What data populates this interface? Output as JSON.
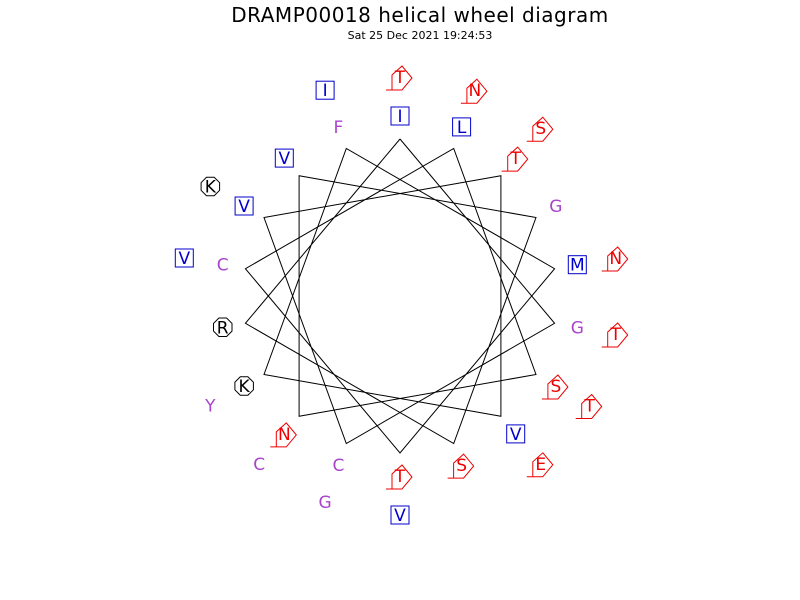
{
  "title": "DRAMP00018 helical wheel diagram",
  "subtitle": "Sat 25 Dec 2021 19:24:53",
  "colors": {
    "hydrophobic": "#0000cc",
    "polar": "#ee0000",
    "positive": "#000000",
    "special": "#aa44cc",
    "wheel_line": "#000000"
  },
  "residues": [
    {
      "letter": "I",
      "class": "hydrophobic",
      "shape": "square"
    },
    {
      "letter": "G",
      "class": "special",
      "shape": "none"
    },
    {
      "letter": "C",
      "class": "special",
      "shape": "none"
    },
    {
      "letter": "V",
      "class": "hydrophobic",
      "shape": "square"
    },
    {
      "letter": "T",
      "class": "polar",
      "shape": "pentagon"
    },
    {
      "letter": "V",
      "class": "hydrophobic",
      "shape": "square"
    },
    {
      "letter": "K",
      "class": "positive",
      "shape": "octagon"
    },
    {
      "letter": "F",
      "class": "special",
      "shape": "none"
    },
    {
      "letter": "M",
      "class": "hydrophobic",
      "shape": "square"
    },
    {
      "letter": "T",
      "class": "polar",
      "shape": "pentagon"
    },
    {
      "letter": "C",
      "class": "special",
      "shape": "none"
    },
    {
      "letter": "L",
      "class": "hydrophobic",
      "shape": "square"
    },
    {
      "letter": "S",
      "class": "polar",
      "shape": "pentagon"
    },
    {
      "letter": "N",
      "class": "polar",
      "shape": "pentagon"
    },
    {
      "letter": "V",
      "class": "hydrophobic",
      "shape": "square"
    },
    {
      "letter": "G",
      "class": "special",
      "shape": "none"
    },
    {
      "letter": "S",
      "class": "polar",
      "shape": "pentagon"
    },
    {
      "letter": "R",
      "class": "positive",
      "shape": "octagon"
    },
    {
      "letter": "T",
      "class": "polar",
      "shape": "pentagon"
    },
    {
      "letter": "T",
      "class": "polar",
      "shape": "pentagon"
    },
    {
      "letter": "G",
      "class": "special",
      "shape": "none"
    },
    {
      "letter": "K",
      "class": "positive",
      "shape": "octagon"
    },
    {
      "letter": "S",
      "class": "polar",
      "shape": "pentagon"
    },
    {
      "letter": "E",
      "class": "polar",
      "shape": "pentagon"
    },
    {
      "letter": "Y",
      "class": "special",
      "shape": "none"
    },
    {
      "letter": "I",
      "class": "hydrophobic",
      "shape": "square"
    },
    {
      "letter": "N",
      "class": "polar",
      "shape": "pentagon"
    },
    {
      "letter": "V",
      "class": "hydrophobic",
      "shape": "square"
    },
    {
      "letter": "V",
      "class": "hydrophobic",
      "shape": "square"
    },
    {
      "letter": "N",
      "class": "polar",
      "shape": "pentagon"
    },
    {
      "letter": "T",
      "class": "polar",
      "shape": "pentagon"
    },
    {
      "letter": "C",
      "class": "special",
      "shape": "none"
    }
  ]
}
